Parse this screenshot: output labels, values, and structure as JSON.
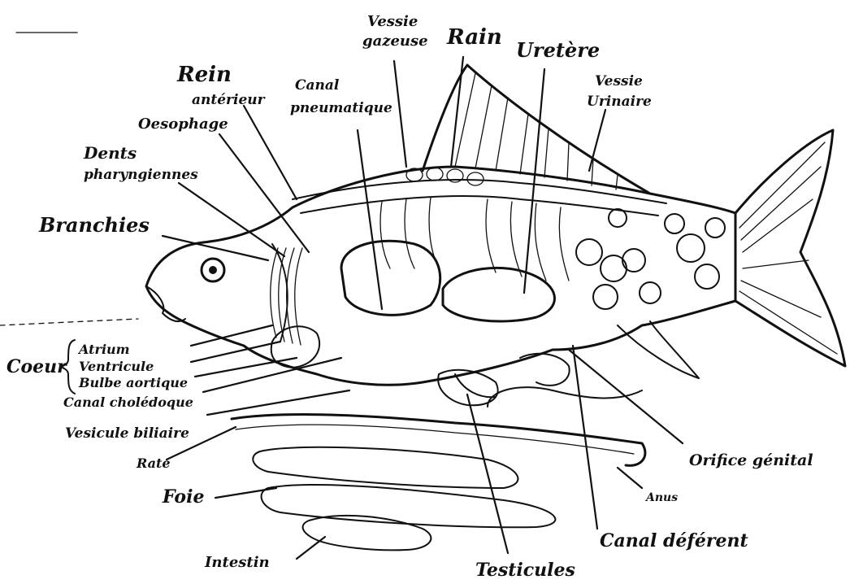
{
  "labels": {
    "vessie_gazeuse_1": "Vessie",
    "vessie_gazeuse_2": "gazeuse",
    "rain": "Rain",
    "uretere": "Uretère",
    "vessie_urinaire_1": "Vessie",
    "vessie_urinaire_2": "Urinaire",
    "rein_anterieur_1": "Rein",
    "rein_anterieur_2": "antérieur",
    "canal_pneumatique_1": "Canal",
    "canal_pneumatique_2": "pneumatique",
    "oesophage": "Oesophage",
    "dents_pharyngiennes_1": "Dents",
    "dents_pharyngiennes_2": "pharyngiennes",
    "branchies": "Branchies",
    "coeur": "Coeur",
    "atrium": "Atrium",
    "ventricule": "Ventricule",
    "bulbe_aortique": "Bulbe aortique",
    "canal_choledoque": "Canal cholédoque",
    "vesicule_biliaire": "Vesicule biliaire",
    "rate": "Rate",
    "foie": "Foie",
    "intestin": "Intestin",
    "testicules": "Testicules",
    "orifice_genital": "Orifice génital",
    "anus": "Anus",
    "canal_deferent": "Canal déférent"
  }
}
